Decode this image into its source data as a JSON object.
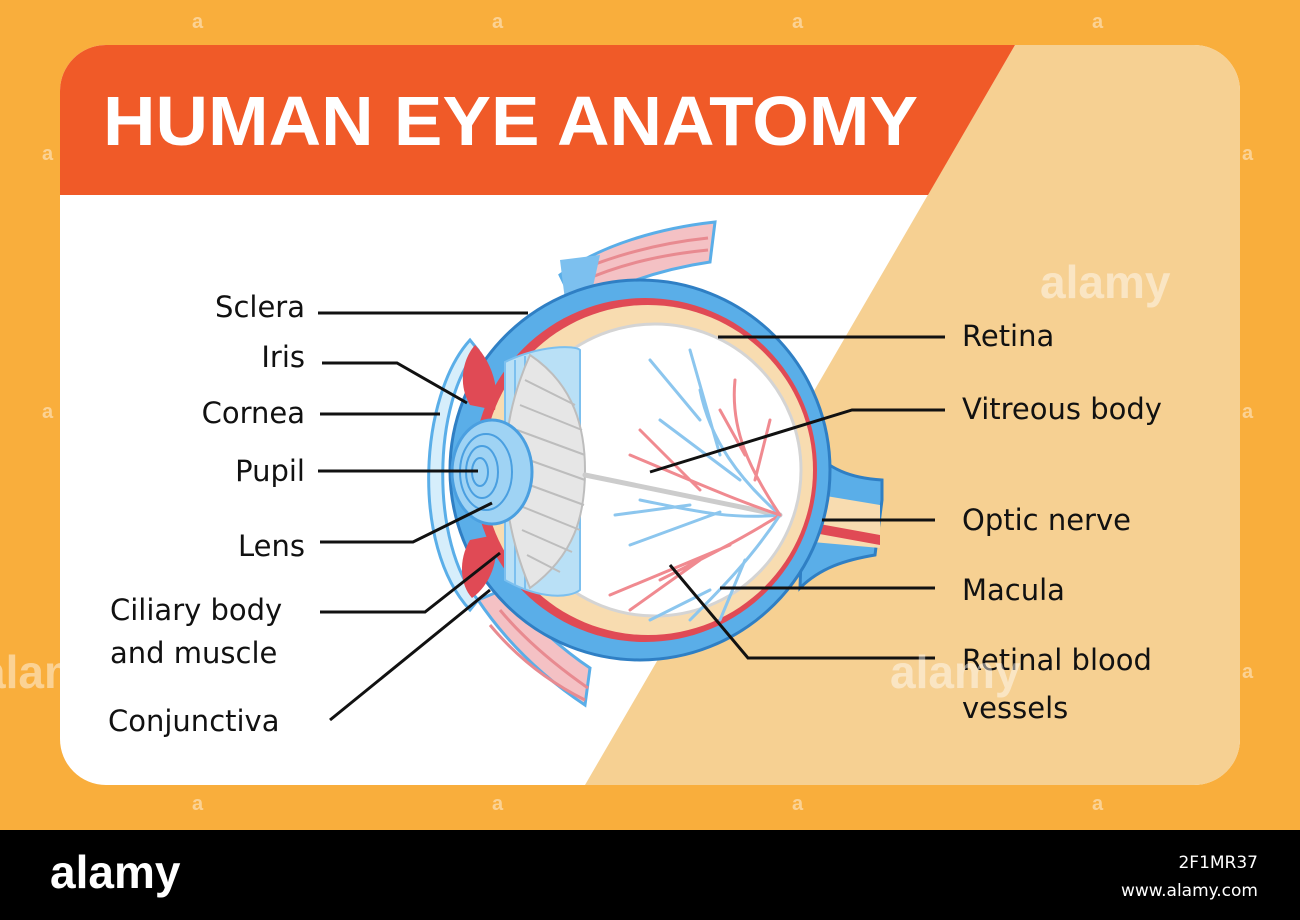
{
  "title": "HUMAN EYE ANATOMY",
  "labels": {
    "sclera": "Sclera",
    "iris": "Iris",
    "cornea": "Cornea",
    "pupil": "Pupil",
    "lens": "Lens",
    "ciliary_line1": "Ciliary body",
    "ciliary_line2": "and muscle",
    "conjunctiva": "Conjunctiva",
    "retina": "Retina",
    "vitreous": "Vitreous body",
    "optic_nerve": "Optic nerve",
    "macula": "Macula",
    "vessels_line1": "Retinal blood",
    "vessels_line2": "vessels"
  },
  "watermark": {
    "brand": "alamy",
    "mark": "a"
  },
  "footer": {
    "logo": "alamy",
    "image_id": "2F1MR37",
    "site": "www.alamy.com"
  },
  "colors": {
    "frame": "#f9ae3c",
    "title_band": "#f05a28",
    "panel": "#ffffff",
    "accent_panel": "#f6d092",
    "sclera_blue": "#5aaee8",
    "choroid_red": "#e04a55",
    "retina_peach": "#f8dcb0",
    "footer_bar": "#000000"
  }
}
